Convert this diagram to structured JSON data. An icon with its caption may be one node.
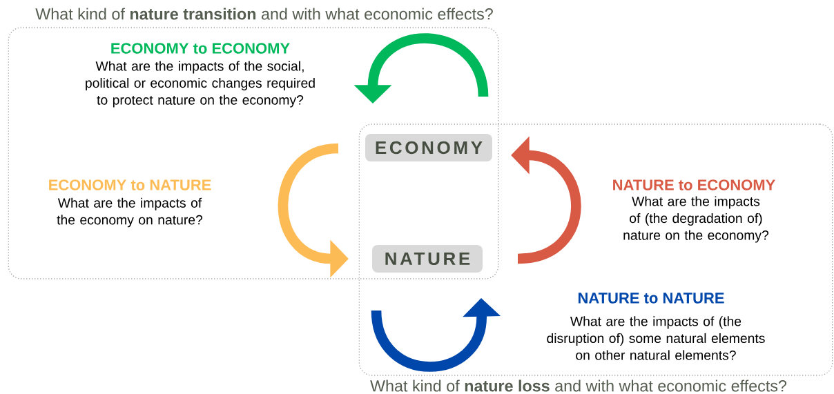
{
  "diagram": {
    "nodes": [
      {
        "text": [
          "What kind of **nature transition** and with what economic effects?"
        ]
      },
      {
        "text": [
          "What kind of **nature loss** and with what economic effects?"
        ]
      },
      {
        "text": [
          "ECONOMY"
        ]
      },
      {
        "text": [
          "NATURE"
        ]
      }
    ],
    "labels": [
      "ECONOMY to ECONOMY",
      "What are the impacts of the social, political or economic changes required to protect nature on the economy?",
      "ECONOMY to NATURE",
      "What are the impacts of the economy on nature?",
      "NATURE to ECONOMY",
      "What are the impacts of (the degradation of) nature on the economy?",
      "NATURE to NATURE",
      "What are the impacts of (the disruption of) some natural elements on other natural elements?"
    ]
  }
}
